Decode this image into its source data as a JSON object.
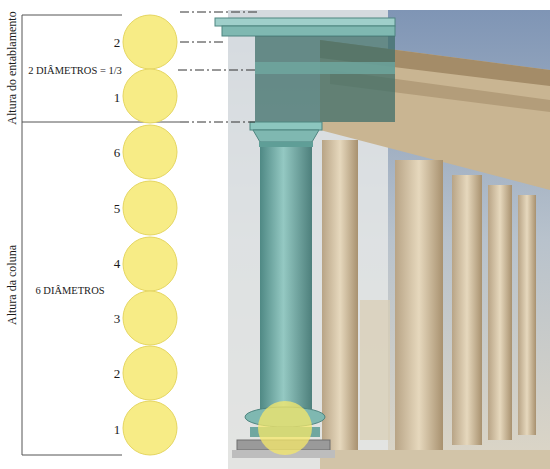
{
  "diagram": {
    "labels": [
      "Altura do entablamento",
      "2",
      "2 DIÂMETROS = 1/3",
      "1",
      "6",
      "5",
      "4",
      "6 DIÂMETROS",
      "3",
      "2",
      "1",
      "Altura da coluna"
    ]
  }
}
